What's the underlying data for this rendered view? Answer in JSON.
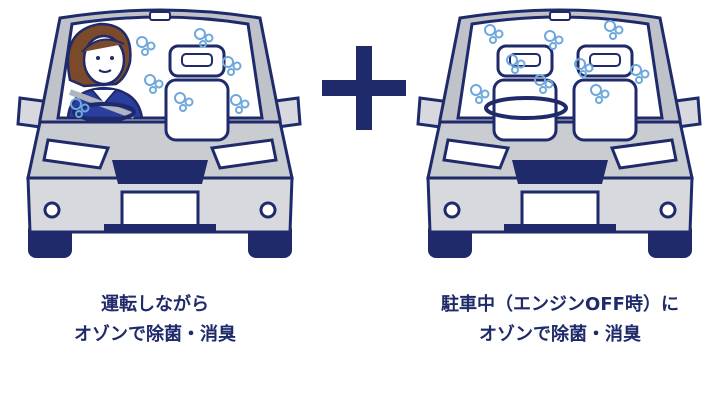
{
  "colors": {
    "outline": "#1f2a6b",
    "body": "#bfc2c8",
    "body_light": "#d7d9de",
    "glass": "#ffffff",
    "bubble": "#6ea8dc",
    "accent": "#1f2a6b"
  },
  "icons": {
    "left_car": "car-with-driver-icon",
    "plus": "plus-icon",
    "right_car": "empty-car-icon"
  },
  "left_caption": {
    "line1": "運転しながら",
    "line2": "オゾンで除菌・消臭"
  },
  "right_caption": {
    "line1": "駐車中（エンジンOFF時）に",
    "line2": "オゾンで除菌・消臭"
  }
}
